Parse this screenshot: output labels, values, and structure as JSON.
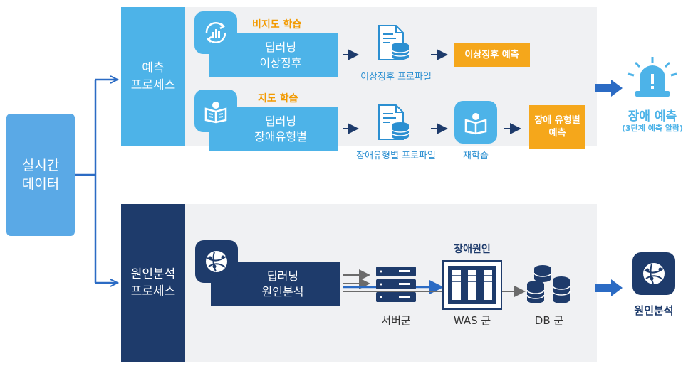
{
  "source": {
    "label": "실시간\n데이터"
  },
  "predict": {
    "label": "예측\n프로세스",
    "unsup": {
      "tag": "비지도 학습",
      "box": "딥러닝\n이상징후",
      "profile_caption": "이상징후 프로파일",
      "result": "이상징후 예측"
    },
    "sup": {
      "tag": "지도 학습",
      "box": "딥러닝\n장애유형별",
      "profile_caption": "장애유형별 프로파일",
      "relearn_caption": "재학습",
      "result": "장애 유형별\n예측"
    },
    "output": {
      "title": "장애 예측",
      "subtitle": "(3단계 예측 알람)"
    }
  },
  "cause": {
    "label": "원인분석\n프로세스",
    "box": "딥러닝\n원인분석",
    "header": "장애원인",
    "server_caption": "서버군",
    "was_caption": "WAS 군",
    "db_caption": "DB 군",
    "output": {
      "title": "원인분석"
    }
  },
  "colors": {
    "light_blue": "#4db3e8",
    "navy": "#1e3b6b",
    "orange": "#f5a71b",
    "panel": "#f0f1f3"
  },
  "icons": [
    "chart-refresh-icon",
    "book-person-icon",
    "globe-icon",
    "document-database-icon",
    "alarm-siren-icon",
    "server-rack-icon",
    "database-stack-icon"
  ]
}
